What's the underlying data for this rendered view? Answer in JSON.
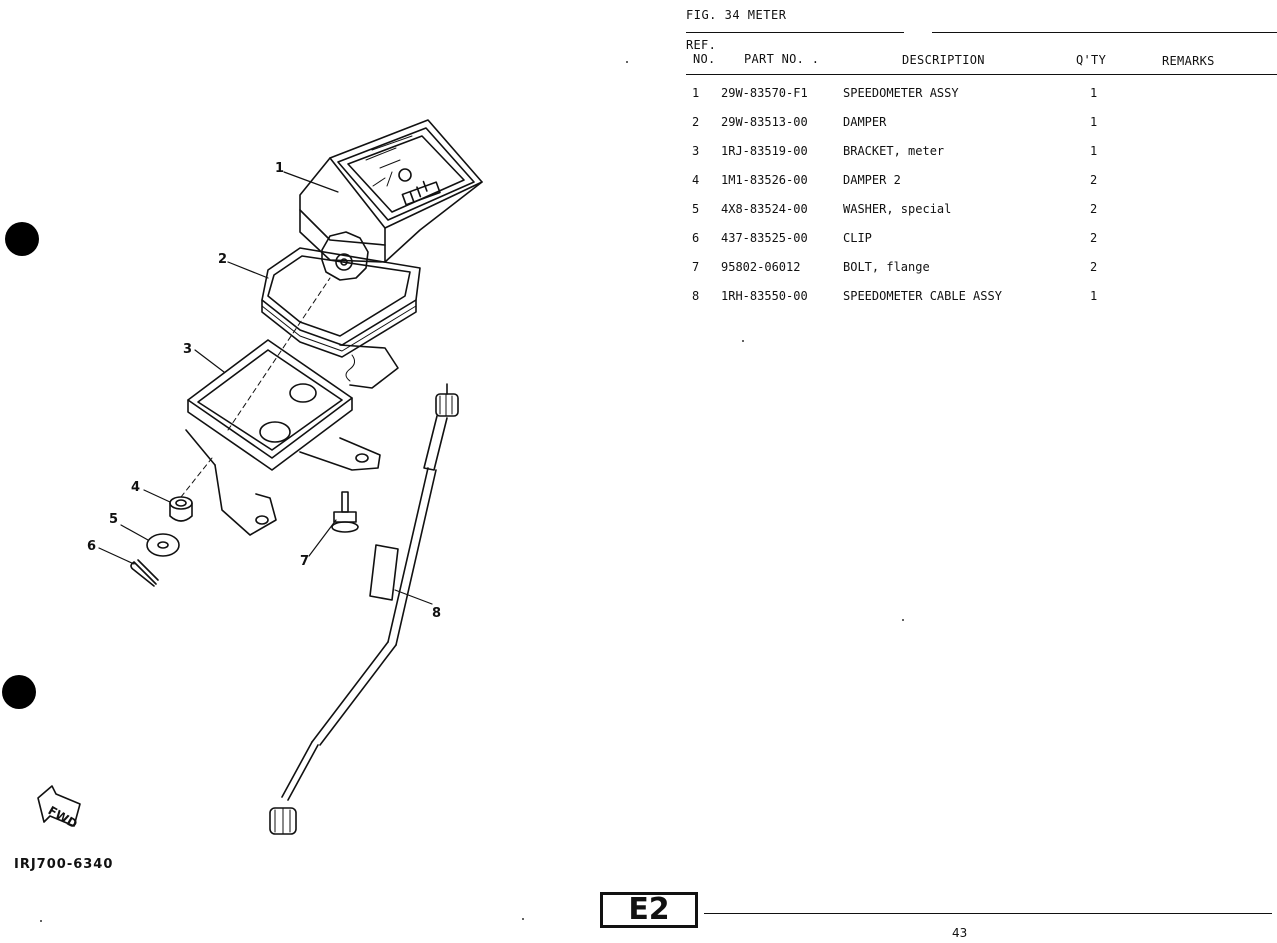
{
  "figure": {
    "title": "FIG. 34  METER"
  },
  "columns": {
    "ref_line1": "REF.",
    "ref_line2": "NO.",
    "part_no": "PART NO. .",
    "description": "DESCRIPTION",
    "qty": "Q'TY",
    "remarks": "REMARKS"
  },
  "parts": [
    {
      "ref": "1",
      "part_no": "29W-83570-F1",
      "description": "SPEEDOMETER ASSY",
      "qty": "1",
      "remarks": ""
    },
    {
      "ref": "2",
      "part_no": "29W-83513-00",
      "description": "DAMPER",
      "qty": "1",
      "remarks": ""
    },
    {
      "ref": "3",
      "part_no": "1RJ-83519-00",
      "description": "BRACKET, meter",
      "qty": "1",
      "remarks": ""
    },
    {
      "ref": "4",
      "part_no": "1M1-83526-00",
      "description": "DAMPER 2",
      "qty": "2",
      "remarks": ""
    },
    {
      "ref": "5",
      "part_no": "4X8-83524-00",
      "description": "WASHER, special",
      "qty": "2",
      "remarks": ""
    },
    {
      "ref": "6",
      "part_no": "437-83525-00",
      "description": "CLIP",
      "qty": "2",
      "remarks": ""
    },
    {
      "ref": "7",
      "part_no": "95802-06012",
      "description": "BOLT, flange",
      "qty": "2",
      "remarks": ""
    },
    {
      "ref": "8",
      "part_no": "1RH-83550-00",
      "description": "SPEEDOMETER CABLE ASSY",
      "qty": "1",
      "remarks": ""
    }
  ],
  "diagram": {
    "callouts": [
      "1",
      "2",
      "3",
      "4",
      "5",
      "6",
      "7",
      "8"
    ],
    "fwd_label": "FWD",
    "drawing_code": "IRJ700-6340"
  },
  "footer": {
    "section": "E2",
    "page_number": "43"
  }
}
